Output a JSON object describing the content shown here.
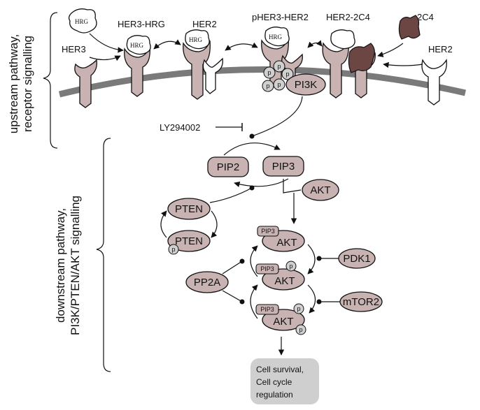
{
  "side_labels": {
    "upstream_line1": "upstream pathway,",
    "upstream_line2": "receptor signalling",
    "downstream_line1": "downstream pathway,",
    "downstream_line2": "PI3K/PTEN/AKT signalling"
  },
  "receptor_labels": {
    "her3": "HER3",
    "her3_hrg": "HER3-HRG",
    "her2": "HER2",
    "pher3_her2": "pHER3-HER2",
    "her2_2c4": "HER2-2C4",
    "c2c4": "2C4",
    "her2_right": "HER2"
  },
  "hrg": "HRG",
  "p": "p",
  "nodes": {
    "pi3k": "PI3K",
    "inhibitor": "LY294002",
    "pip2": "PIP2",
    "pip3": "PIP3",
    "akt": "AKT",
    "pten": "PTEN",
    "pdk1": "PDK1",
    "pp2a": "PP2A",
    "mtor2": "mTOR2"
  },
  "output": {
    "line1": "Cell survival,",
    "line2": "Cell cycle",
    "line3": "regulation"
  },
  "colors": {
    "protein_fill": "#c8b3b2",
    "antibody_fill": "#6b4643",
    "membrane": "#7a7a7a",
    "phospho_fill": "#d0d0d0",
    "output_fill": "#cfcfcf"
  }
}
